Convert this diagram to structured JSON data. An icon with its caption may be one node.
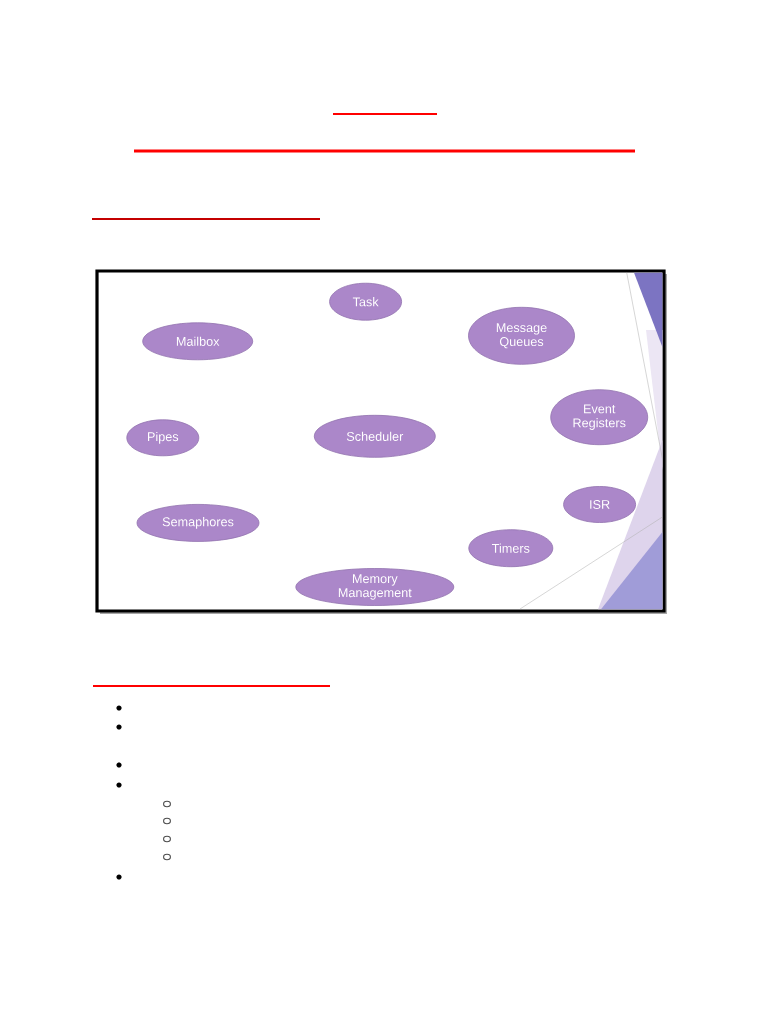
{
  "diagram": {
    "nodes": [
      {
        "text": [
          "Task"
        ]
      },
      {
        "text": [
          "Mailbox"
        ]
      },
      {
        "text": [
          "Message Queues"
        ]
      },
      {
        "text": [
          "Event Registers"
        ]
      },
      {
        "text": [
          "Pipes"
        ]
      },
      {
        "text": [
          "Scheduler"
        ]
      },
      {
        "text": [
          "Semaphores"
        ]
      },
      {
        "text": [
          "ISR"
        ]
      },
      {
        "text": [
          "Timers"
        ]
      },
      {
        "text": [
          "Memory Management"
        ]
      }
    ]
  }
}
